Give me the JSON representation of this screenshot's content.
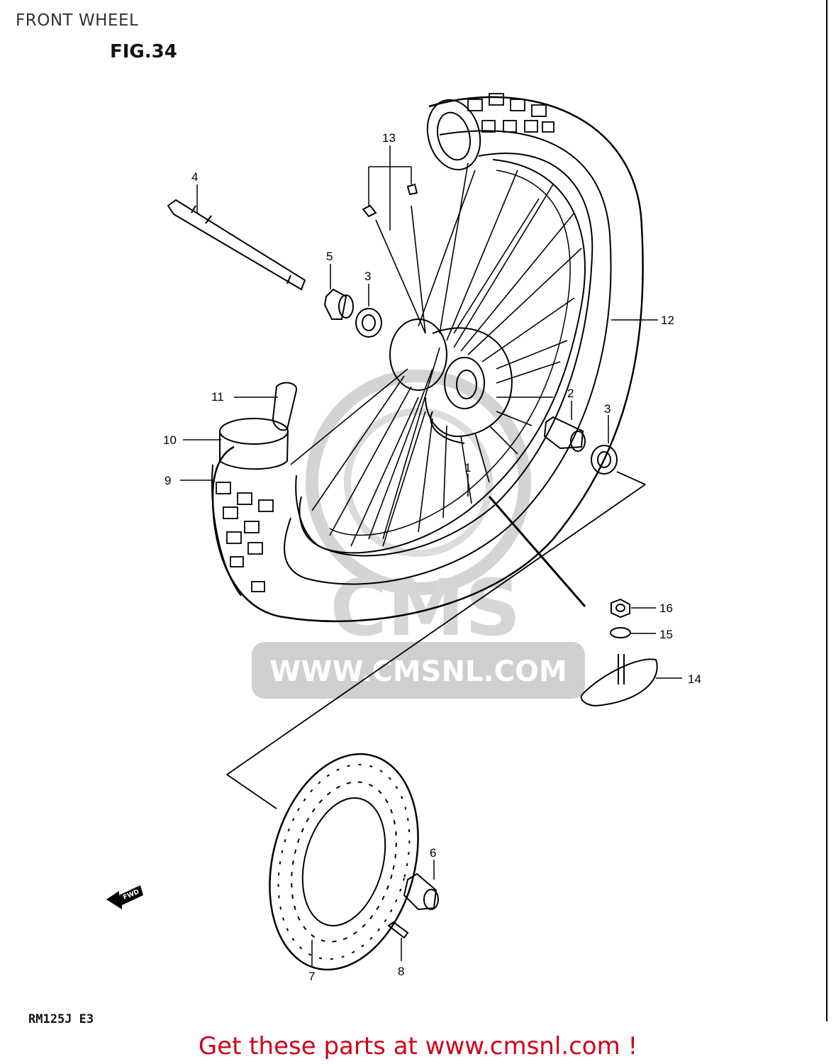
{
  "header": {
    "title": "FRONT WHEEL"
  },
  "figure": {
    "label": "FIG.34",
    "model": "RM125J  E3"
  },
  "watermark": {
    "brand": "CMS",
    "url": "WWW.CMSNL.COM"
  },
  "direction_arrow": {
    "text": "FWD"
  },
  "footer": {
    "cta": "Get these parts at www.cmsnl.com !"
  },
  "parts": {
    "p1": "1",
    "p2": "2",
    "p3a": "3",
    "p3b": "3",
    "p4": "4",
    "p5": "5",
    "p6": "6",
    "p7": "7",
    "p8": "8",
    "p9": "9",
    "p10": "10",
    "p11": "11",
    "p12": "12",
    "p13": "13",
    "p14": "14",
    "p15": "15",
    "p16": "16"
  },
  "colors": {
    "footer_text": "#d0021b",
    "line_art": "#000000",
    "watermark": "#c8c8c8"
  }
}
